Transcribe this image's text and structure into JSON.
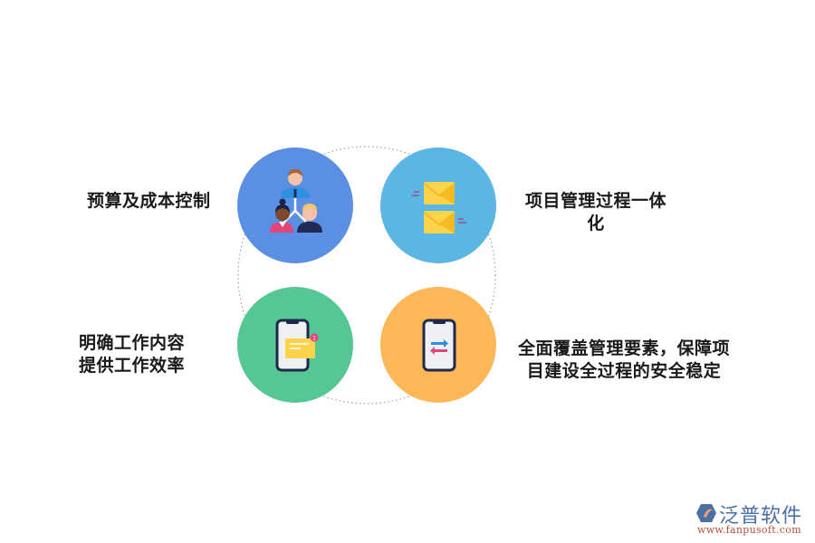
{
  "diagram": {
    "type": "four-quadrant circle infographic",
    "nodes": [
      {
        "id": "budget",
        "color": "#5b8fe3",
        "icon": "team-hierarchy-icon",
        "label_lines": [
          "预算及成本控制"
        ]
      },
      {
        "id": "integration",
        "color": "#5cb6e3",
        "icon": "envelopes-icon",
        "label_lines": [
          "项目管理过程一体",
          "化"
        ]
      },
      {
        "id": "efficiency",
        "color": "#55c794",
        "icon": "phone-message-icon",
        "label_lines": [
          "明确工作内容",
          "提供工作效率"
        ]
      },
      {
        "id": "coverage",
        "color": "#fdb758",
        "icon": "phone-transfer-icon",
        "label_lines": [
          "全面覆盖管理要素，保障项",
          "目建设全过程的安全稳定"
        ]
      }
    ],
    "ring": {
      "style": "dotted",
      "color": "#9aa0a6"
    },
    "badge_count": "1"
  },
  "logo": {
    "name": "泛普软件",
    "url": "www.fanpusoft.com"
  }
}
